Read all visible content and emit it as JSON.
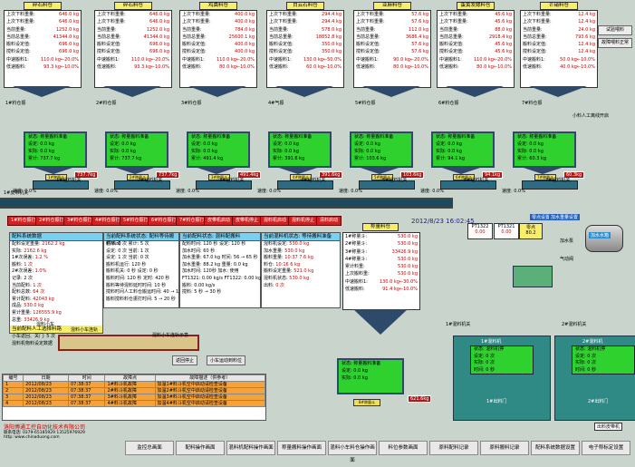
{
  "silos": [
    {
      "title": "碎石料仓",
      "rows": [
        [
          "上次下料重量:",
          "646.0 kg"
        ],
        [
          "上次下料重量:",
          "646.0 kg"
        ],
        [
          "当前重量:",
          "1252.0 kg"
        ],
        [
          "当前总重量:",
          "41344.0 kg"
        ],
        [
          "搬料设定值:",
          "696.0 kg"
        ],
        [
          "搅料设定值:",
          "696.0 kg"
        ],
        [
          "中速搬料1:",
          "110.0 kg←20.0%"
        ],
        [
          "低速搬料:",
          "93.3 kg←10.0%"
        ]
      ],
      "motor": "1#料仓振"
    },
    {
      "title": "碎石料仓",
      "rows": [
        [
          "上次下料重量:",
          "646.0 kg"
        ],
        [
          "上次下料重量:",
          "646.0 kg"
        ],
        [
          "当前重量:",
          "1252.0 kg"
        ],
        [
          "当前总重量:",
          "41344.0 kg"
        ],
        [
          "搬料设定值:",
          "696.0 kg"
        ],
        [
          "搅料设定值:",
          "696.0 kg"
        ],
        [
          "中速搬料1:",
          "110.0 kg←20.0%"
        ],
        [
          "低速搬料:",
          "93.3 kg←10.0%"
        ]
      ],
      "motor": "2#料仓振"
    },
    {
      "title": "鸡粪料仓",
      "rows": [
        [
          "上次下料重量:",
          "400.0 kg"
        ],
        [
          "上次下料重量:",
          "400.0 kg"
        ],
        [
          "当前重量:",
          "784.0 kg"
        ],
        [
          "当前总重量:",
          "25600.1 kg"
        ],
        [
          "搬料设定值:",
          "400.0 kg"
        ],
        [
          "搅料设定值:",
          "400.0 kg"
        ],
        [
          "中速搬料1:",
          "110.0 kg←20.0%"
        ],
        [
          "低速搬料:",
          "80.0 kg←10.0%"
        ]
      ],
      "motor": "3#料仓振"
    },
    {
      "title": "白云石料仓",
      "rows": [
        [
          "上次下料重量:",
          "294.4 kg"
        ],
        [
          "上次下料重量:",
          "294.4 kg"
        ],
        [
          "当前重量:",
          "578.0 kg"
        ],
        [
          "当前总重量:",
          "18852.8 kg"
        ],
        [
          "搬料设定值:",
          "350.0 kg"
        ],
        [
          "搅料设定值:",
          "350.0 kg"
        ],
        [
          "中速搬料1:",
          "130.0 kg←50.0%"
        ],
        [
          "低速搬料:",
          "60.0 kg←10.0%"
        ]
      ],
      "motor": "4#气振"
    },
    {
      "title": "亚麻料仓",
      "rows": [
        [
          "上次下料重量:",
          "57.6 kg"
        ],
        [
          "上次下料重量:",
          "57.6 kg"
        ],
        [
          "当前重量:",
          "112.0 kg"
        ],
        [
          "当前总重量:",
          "3686.4 kg"
        ],
        [
          "搬料设定值:",
          "57.6 kg"
        ],
        [
          "搅料设定值:",
          "57.6 kg"
        ],
        [
          "中速搬料1:",
          "90.0 kg←20.0%"
        ],
        [
          "低速搬料:",
          "80.0 kg←10.0%"
        ]
      ],
      "motor": "5#料仓振"
    },
    {
      "title": "蛋黄发酵料仓",
      "rows": [
        [
          "上次下料重量:",
          "45.6 kg"
        ],
        [
          "上次下料重量:",
          "45.6 kg"
        ],
        [
          "当前重量:",
          "88.0 kg"
        ],
        [
          "当前总重量:",
          "2918.4 kg"
        ],
        [
          "搬料设定值:",
          "45.6 kg"
        ],
        [
          "搅料设定值:",
          "45.6 kg"
        ],
        [
          "中速搬料1:",
          "110.0 kg←20.0%"
        ],
        [
          "低速搬料:",
          "80.0 kg←10.0%"
        ]
      ],
      "motor": "6#料仓振"
    },
    {
      "title": "芒硝料仓",
      "rows": [
        [
          "上次下料重量:",
          "12.4 kg"
        ],
        [
          "上次下料重量:",
          "12.4 kg"
        ],
        [
          "当前重量:",
          "24.0 kg"
        ],
        [
          "当前总重量:",
          "793.6 kg"
        ],
        [
          "搬料设定值:",
          "12.4 kg"
        ],
        [
          "搅料设定值:",
          "12.4 kg"
        ],
        [
          "中速搬料1:",
          "50.0 kg←10.0%"
        ],
        [
          "低速搬料:",
          "40.0 kg←10.0%"
        ]
      ],
      "motor": "7#料仓振"
    }
  ],
  "side_buttons": [
    "试验喂料",
    "故障喂料正常"
  ],
  "hand_label": "小料人工离线开启",
  "hoppers": [
    {
      "rows": [
        "状态: 称量搬料准备",
        "设定: 0.0 kg",
        "实际: 0.0 kg",
        "累计: 737.7 kg"
      ],
      "weight": "737.7kg",
      "gate": "1#称量斗",
      "feeder": "1#给料机关",
      "speed": "速度: 0.0%"
    },
    {
      "rows": [
        "状态: 称量搬料准备",
        "设定: 0.0 kg",
        "实际: 0.0 kg",
        "累计: 737.7 kg"
      ],
      "weight": "737.7kg",
      "gate": "2#称量斗",
      "feeder": "2#给料机关",
      "speed": "速度: 0.0%"
    },
    {
      "rows": [
        "状态: 称量搬料准备",
        "设定: 0.0 kg",
        "实际: 0.0 kg",
        "累计: 491.4 kg"
      ],
      "weight": "491.4kg",
      "gate": "3#称量斗",
      "feeder": "3#给料机关",
      "speed": "速度: 0.0%"
    },
    {
      "rows": [
        "状态: 称量搬料准备",
        "设定: 0.0 kg",
        "实际: 0.0 kg",
        "累计: 391.6 kg"
      ],
      "weight": "391.6kg",
      "gate": "4#称量斗",
      "feeder": "4#给料机关",
      "speed": "速度: 0.0%"
    },
    {
      "rows": [
        "状态: 称量搬料准备",
        "设定: 0.0 kg",
        "实际: 0.0 kg",
        "累计: 103.6 kg"
      ],
      "weight": "103.6kg",
      "gate": "5#称量斗",
      "feeder": "5#给料机关",
      "speed": "速度: 0.0%"
    },
    {
      "rows": [
        "状态: 称量搬料准备",
        "设定: 0.0 kg",
        "实际: 0.0 kg",
        "累计: 94.1 kg"
      ],
      "weight": "94.1kg",
      "gate": "6#称量斗",
      "feeder": "6#给料机关",
      "speed": "速度: 0.0%"
    },
    {
      "rows": [
        "状态: 称量搬料准备",
        "设定: 0.0 kg",
        "实际: 0.0 kg",
        "累计: 60.3 kg"
      ],
      "weight": "60.3kg",
      "gate": "7#称量斗",
      "feeder": "7#给料机关",
      "speed": "速度: 0.0%"
    }
  ],
  "belt_label": "1#皮带机关",
  "red_buttons": [
    "1#料仓振打",
    "2#料仓振打",
    "3#料仓振打",
    "4#料仓振打",
    "5#料仓振打",
    "6#料仓振打",
    "7#料仓振打",
    "皮带机启动",
    "皮带机停止",
    "混料机启动",
    "混料机停止",
    "清料启动"
  ],
  "datetime": "2012/8/23 16:02:45",
  "panel1": {
    "head": "配料系统数据",
    "rows": [
      [
        "配料设定重量:",
        "2162.2 kg"
      ],
      [
        "实际:",
        "2162.6 kg"
      ],
      [
        "1#次误差:",
        "1.2 %"
      ],
      [
        "搬料:",
        "1 次"
      ],
      [
        "2#次误差:",
        "1.0%"
      ],
      [
        "记录: 2 次"
      ],
      [
        "当前配料:",
        "1 次"
      ],
      [
        "配料总数:",
        "64 次"
      ],
      [
        "累计配料:",
        "42043 kg"
      ],
      [
        "成品:",
        "530.0 kg"
      ],
      [
        "累计重量:",
        "126555.9 kg"
      ],
      [
        "总重:",
        "33426.9 kg"
      ]
    ],
    "head2": "当前配料人工选择料路",
    "rows2": [
      "小车返回、关门: 5 次",
      "混料机物料设定数据"
    ]
  },
  "panel2": {
    "head": "当前配料系统状态: 配料等待搬料启动",
    "rows": [
      "循环: 0 次  累计: 5 次",
      "设定: 0 次  当前: 1 次",
      "设定: 1 次  当前: 0 次",
      "搬料机运行: 120 秒",
      "搬料机关: 0 秒  设定: 0 秒",
      "搬料时间: 120 秒  定时: 420 秒",
      "搬料等待混料延时时间: 10 秒",
      "搅料时间人工料仓搬运时间: 40 → 120 秒",
      "搬料搅料料仓振打时间: 5 → 20 秒"
    ]
  },
  "panel3": {
    "head": "当前配料状态: 混料配搬料",
    "rows": [
      "配料时间: 120 秒  设定: 120 秒",
      "加水时间: 60 秒",
      "加水重量: 67.0 kg  时间: 56 → 65 秒",
      "加水重量: 88.2 kg  重量: 0.0 kg",
      "加水时间: 120秒  加水: 使用",
      "FT1321: 0.00 kg/s  FT1322: 0.00 kg/s",
      "搬料: 0.00 kg/s",
      "搅料: 5 秒 → 30 秒"
    ]
  },
  "panel4": {
    "head": "当前混料机状态: 等待搬料准备",
    "rows": [
      "混料机设定:",
      "530.0 kg",
      "加水重量:",
      "530.0 kg",
      "搬料重量:",
      "10:37 7.6 kg",
      "料仓:",
      "10:16 6 kg",
      "搬料设定重量:",
      "521.0 kg",
      "混料机状态:",
      "530.0 kg",
      "出料:",
      "0 次"
    ]
  },
  "mixer_hopper": {
    "title": "称量料仓",
    "rows": [
      [
        "1#称量斗:",
        "530.0 kg"
      ],
      [
        "2#称量斗:",
        "530.0 kg"
      ],
      [
        "3#称量斗:",
        "33426.9 kg"
      ],
      [
        "4#称量斗:",
        "530.0 kg"
      ],
      [
        "累计料重:",
        "530.0 kg"
      ],
      [
        "上次搬料重:",
        "530.0 kg"
      ],
      [
        "中速搬料1:",
        "130.0 kg←30.0%"
      ],
      [
        "低速搬料:",
        "91.4 kg←10.0%"
      ]
    ]
  },
  "mixer_screen": [
    "状态: 称量搬料准备",
    "设定: 0.0 kg",
    "实际: 0.0 kg"
  ],
  "mixer_weight": "621.6kg",
  "mixer_gate": "8#称量斗",
  "water": {
    "pt1": "PT1322",
    "v1": "0.00",
    "pt2": "PT1321",
    "v2": "0.00",
    "mode": "零点",
    "sp": "80.2",
    "tank": "加水水箱",
    "pump": "加水泵",
    "btn1": "零点设置",
    "btn2": "加水重量设置",
    "valve": "气动阀",
    "hopper": "8#称量斗",
    "pump2": "加水泵"
  },
  "tank1": {
    "title": "1#混料机",
    "rows": [
      "状态: 混料机停",
      "设定: 0 次",
      "实际: 0 次",
      "时间: 0 秒"
    ],
    "gate": "1#出料门",
    "motor": "1#混料机关"
  },
  "tank2": {
    "title": "2#混料机",
    "rows": [
      "状态: 混料机停",
      "设定: 0 次",
      "实际: 0 次",
      "时间: 0 秒"
    ],
    "gate": "2#出料门",
    "motor": "2#混料机关"
  },
  "bottom_belt": "出料皮带机",
  "plant_label": "混料小车",
  "cart_label": "混料小车连轨",
  "cart_btn1": "返回停止",
  "cart_btn2": "小车运动到料位",
  "trolley": "混料小车连轨示意",
  "alarm": {
    "headers": [
      "编号",
      "日期",
      "时间",
      "故障点",
      "故障描述（供参考）"
    ],
    "rows": [
      [
        "1",
        "2012/08/23",
        "07:38:37",
        "1#料斗机故障",
        "加温1#料斗机空中启动请检查设备"
      ],
      [
        "2",
        "2012/08/23",
        "07:38:37",
        "2#料斗机故障",
        "加温2#料斗机空中启动请检查设备"
      ],
      [
        "3",
        "2012/08/23",
        "07:38:37",
        "3#料斗机故障",
        "加温3#料斗机空中启动请检查设备"
      ],
      [
        "4",
        "2012/08/23",
        "07:38:37",
        "4#料斗机故障",
        "加温4#料斗机空中启动请检查设备"
      ]
    ]
  },
  "company": {
    "name": "洛阳博通工控自动化技术有限公司",
    "tel": "联系电话: 0379-65185929  13525976929",
    "web": "http: www.chinaduong.com"
  },
  "nav": [
    "监控总画面",
    "配料操作画面",
    "混料机配料操作画面",
    "称量搬料操作画面",
    "混料小车料仓操作画面",
    "料位参数画面",
    "原料配料记录",
    "原料搬料记录",
    "配料系统数据设置",
    "电子称标定设置"
  ]
}
